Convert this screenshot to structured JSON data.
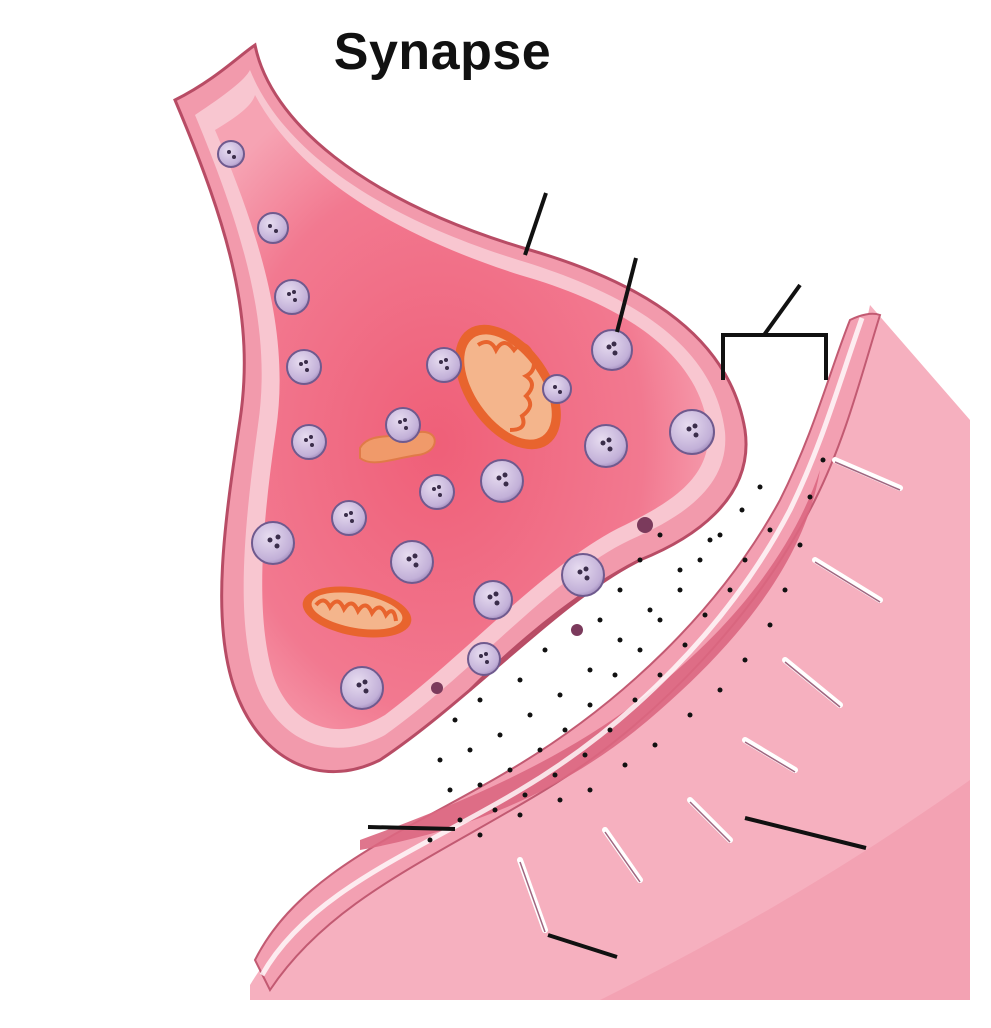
{
  "diagram": {
    "title": "Synapse",
    "colors": {
      "presynaptic_fill": "#ee6f85",
      "presynaptic_cytoplasm": "#f2849a",
      "membrane_light": "#f8c4cf",
      "postsynaptic_fill": "#f7b2c0",
      "postsynaptic_band": "#dd6a83",
      "vesicle": "#c9b6dc",
      "mitochondrion": "#e8642e",
      "label_line": "#111111"
    },
    "parts": [
      "presynaptic-membrane",
      "synaptic-vesicle",
      "synaptic-cleft",
      "postsynaptic-membrane",
      "postsynaptic-cell",
      "receptor-channel",
      "neurotransmitter"
    ]
  }
}
